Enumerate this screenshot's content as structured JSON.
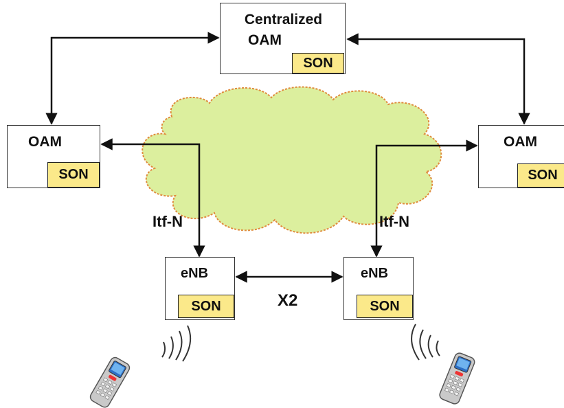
{
  "nodes": {
    "central_oam": {
      "line1": "Centralized",
      "line2": "OAM",
      "son": "SON"
    },
    "oam_left": {
      "title": "OAM",
      "son": "SON"
    },
    "oam_right": {
      "title": "OAM",
      "son": "SON"
    },
    "enb_left": {
      "title": "eNB",
      "son": "SON"
    },
    "enb_right": {
      "title": "eNB",
      "son": "SON"
    }
  },
  "links": {
    "itf_left": "Itf-N",
    "itf_right": "Itf-N",
    "x2": "X2"
  },
  "icons": [
    "cloud-icon",
    "mobile-phone-icon",
    "radio-waves-icon"
  ],
  "colors": {
    "cloud_fill": "#dcef9e",
    "cloud_stroke": "#e08a3c",
    "son_fill": "#fbe98a"
  }
}
